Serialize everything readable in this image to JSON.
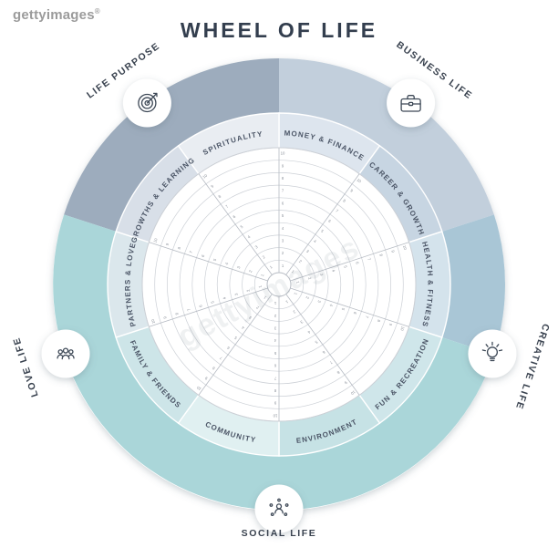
{
  "watermark": {
    "brand": "gettyimages",
    "registered_mark": "®"
  },
  "title": "WHEEL OF LIFE",
  "colors": {
    "text_dark": "#39424f",
    "label_text": "#4b5566",
    "ring_line": "#ccd0d6",
    "spoke_line": "#b6bbc3",
    "number_text": "#8d939c",
    "icon_stroke": "#3d4856"
  },
  "wheel": {
    "scale_min": 1,
    "scale_max": 10,
    "outer_segments": [
      {
        "name": "life-purpose",
        "start": 288,
        "end": 360,
        "color": "#9dacbd"
      },
      {
        "name": "business-life",
        "start": 0,
        "end": 72,
        "color": "#c2cfdc"
      },
      {
        "name": "creative-life",
        "start": 72,
        "end": 108,
        "color": "#a9c6d6"
      },
      {
        "name": "social-love-life",
        "start": 108,
        "end": 288,
        "color": "#aad6d9"
      }
    ],
    "categories": [
      {
        "label": "MONEY & FINANCE",
        "start": 0,
        "flip": false,
        "color": "#dde5ee"
      },
      {
        "label": "CAREER & GROWTH",
        "start": 36,
        "flip": false,
        "color": "#c7d5e2"
      },
      {
        "label": "HEALTH & FITNESS",
        "start": 72,
        "flip": false,
        "color": "#d4e3ec"
      },
      {
        "label": "FUN & RECREATION",
        "start": 108,
        "flip": true,
        "color": "#cfe6ea"
      },
      {
        "label": "ENVIRONMENT",
        "start": 144,
        "flip": true,
        "color": "#c6e2e5"
      },
      {
        "label": "COMMUNITY",
        "start": 180,
        "flip": true,
        "color": "#e0f0f1"
      },
      {
        "label": "FAMILY & FRIENDS",
        "start": 216,
        "flip": true,
        "color": "#cde5e8"
      },
      {
        "label": "PARTNERS & LOVE",
        "start": 252,
        "flip": false,
        "color": "#dbe7ec"
      },
      {
        "label": "GROWTHS & LEARNING",
        "start": 288,
        "flip": false,
        "color": "#d8dfe8"
      },
      {
        "label": "SPIRITUALITY",
        "start": 324,
        "flip": false,
        "color": "#e9edf2"
      }
    ],
    "outside_labels": [
      {
        "label": "LIFE PURPOSE",
        "angle": -36,
        "rotation": -36,
        "radius": 287
      },
      {
        "label": "BUSINESS LIFE",
        "angle": 36,
        "rotation": 36,
        "radius": 287
      },
      {
        "label": "CREATIVE LIFE",
        "angle": 108,
        "rotation": 108,
        "radius": 289
      },
      {
        "label": "SOCIAL LIFE",
        "angle": 180,
        "rotation": 0,
        "radius": 276
      },
      {
        "label": "LOVE LIFE",
        "angle": 252,
        "rotation": -108,
        "radius": 289
      }
    ],
    "icons": [
      {
        "name": "target-icon",
        "glyph": "target",
        "angle": 324
      },
      {
        "name": "briefcase-icon",
        "glyph": "briefcase",
        "angle": 36
      },
      {
        "name": "lightbulb-icon",
        "glyph": "lightbulb",
        "angle": 108
      },
      {
        "name": "social-network-icon",
        "glyph": "social",
        "angle": 180
      },
      {
        "name": "people-group-icon",
        "glyph": "group",
        "angle": 252
      }
    ]
  }
}
